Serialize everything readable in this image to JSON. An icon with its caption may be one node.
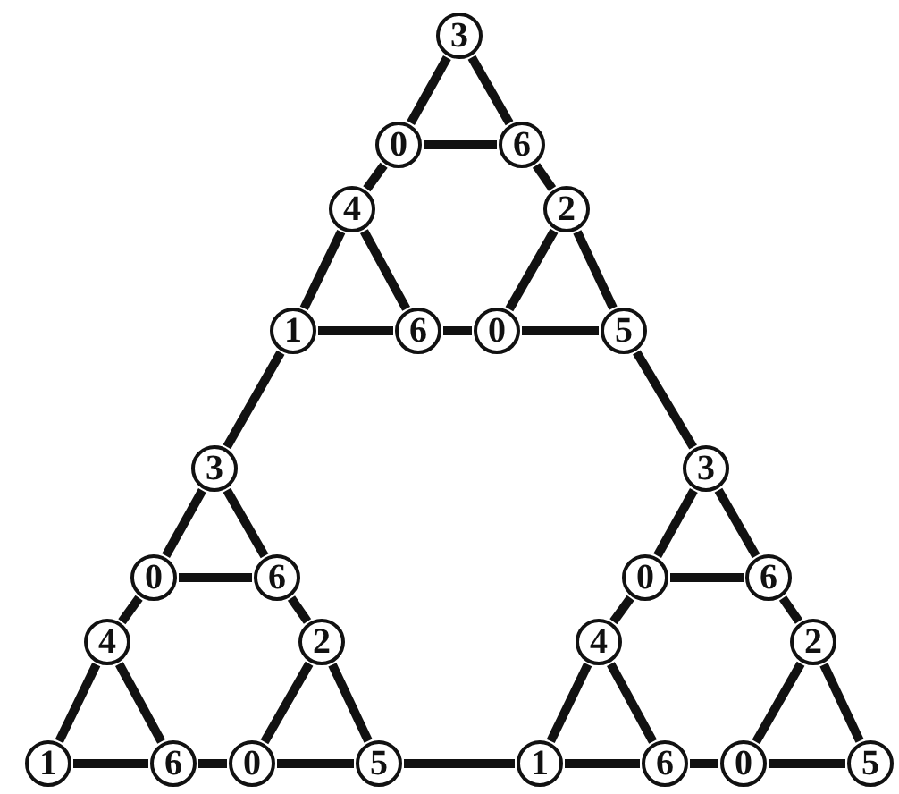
{
  "diagram": {
    "nodes": [
      {
        "text": [
          "3"
        ]
      },
      {
        "text": [
          "0"
        ]
      },
      {
        "text": [
          "6"
        ]
      },
      {
        "text": [
          "4"
        ]
      },
      {
        "text": [
          "2"
        ]
      },
      {
        "text": [
          "1"
        ]
      },
      {
        "text": [
          "6"
        ]
      },
      {
        "text": [
          "0"
        ]
      },
      {
        "text": [
          "5"
        ]
      },
      {
        "text": [
          "3"
        ]
      },
      {
        "text": [
          "0"
        ]
      },
      {
        "text": [
          "6"
        ]
      },
      {
        "text": [
          "4"
        ]
      },
      {
        "text": [
          "2"
        ]
      },
      {
        "text": [
          "1"
        ]
      },
      {
        "text": [
          "6"
        ]
      },
      {
        "text": [
          "0"
        ]
      },
      {
        "text": [
          "5"
        ]
      },
      {
        "text": [
          "3"
        ]
      },
      {
        "text": [
          "0"
        ]
      },
      {
        "text": [
          "6"
        ]
      },
      {
        "text": [
          "4"
        ]
      },
      {
        "text": [
          "2"
        ]
      },
      {
        "text": [
          "1"
        ]
      },
      {
        "text": [
          "6"
        ]
      },
      {
        "text": [
          "0"
        ]
      },
      {
        "text": [
          "5"
        ]
      }
    ],
    "edges": [
      {
        "from": 0,
        "to": 1,
        "arrow": "none"
      },
      {
        "from": 0,
        "to": 2,
        "arrow": "none"
      },
      {
        "from": 1,
        "to": 2,
        "arrow": "none"
      },
      {
        "from": 1,
        "to": 3,
        "arrow": "none"
      },
      {
        "from": 2,
        "to": 4,
        "arrow": "none"
      },
      {
        "from": 3,
        "to": 5,
        "arrow": "none"
      },
      {
        "from": 3,
        "to": 6,
        "arrow": "none"
      },
      {
        "from": 4,
        "to": 7,
        "arrow": "none"
      },
      {
        "from": 4,
        "to": 8,
        "arrow": "none"
      },
      {
        "from": 5,
        "to": 6,
        "arrow": "none"
      },
      {
        "from": 6,
        "to": 7,
        "arrow": "none"
      },
      {
        "from": 7,
        "to": 8,
        "arrow": "none"
      },
      {
        "from": 9,
        "to": 10,
        "arrow": "none"
      },
      {
        "from": 9,
        "to": 11,
        "arrow": "none"
      },
      {
        "from": 10,
        "to": 11,
        "arrow": "none"
      },
      {
        "from": 10,
        "to": 12,
        "arrow": "none"
      },
      {
        "from": 11,
        "to": 13,
        "arrow": "none"
      },
      {
        "from": 12,
        "to": 14,
        "arrow": "none"
      },
      {
        "from": 12,
        "to": 15,
        "arrow": "none"
      },
      {
        "from": 13,
        "to": 16,
        "arrow": "none"
      },
      {
        "from": 13,
        "to": 17,
        "arrow": "none"
      },
      {
        "from": 14,
        "to": 15,
        "arrow": "none"
      },
      {
        "from": 15,
        "to": 16,
        "arrow": "none"
      },
      {
        "from": 16,
        "to": 17,
        "arrow": "none"
      },
      {
        "from": 18,
        "to": 19,
        "arrow": "none"
      },
      {
        "from": 18,
        "to": 20,
        "arrow": "none"
      },
      {
        "from": 19,
        "to": 20,
        "arrow": "none"
      },
      {
        "from": 19,
        "to": 21,
        "arrow": "none"
      },
      {
        "from": 20,
        "to": 22,
        "arrow": "none"
      },
      {
        "from": 21,
        "to": 23,
        "arrow": "none"
      },
      {
        "from": 21,
        "to": 24,
        "arrow": "none"
      },
      {
        "from": 22,
        "to": 25,
        "arrow": "none"
      },
      {
        "from": 22,
        "to": 26,
        "arrow": "none"
      },
      {
        "from": 23,
        "to": 24,
        "arrow": "none"
      },
      {
        "from": 24,
        "to": 25,
        "arrow": "none"
      },
      {
        "from": 25,
        "to": 26,
        "arrow": "none"
      },
      {
        "from": 5,
        "to": 9,
        "arrow": "none"
      },
      {
        "from": 8,
        "to": 18,
        "arrow": "none"
      },
      {
        "from": 17,
        "to": 23,
        "arrow": "none"
      }
    ]
  }
}
